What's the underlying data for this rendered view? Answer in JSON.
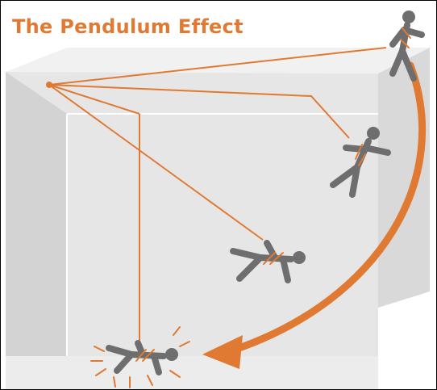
{
  "title": "The Pendulum Effect",
  "colors": {
    "accent": "#e07a33",
    "figure": "#6e6e6e",
    "box_front": "#e6e6e6",
    "box_top": "#f1f1f1",
    "box_side": "#d9d9d9"
  },
  "figures": [
    {
      "name": "standing-worker-icon",
      "pose": "standing"
    },
    {
      "name": "swinging-worker-icon",
      "pose": "swinging"
    },
    {
      "name": "falling-worker-icon",
      "pose": "falling"
    },
    {
      "name": "impact-worker-icon",
      "pose": "impact"
    }
  ]
}
